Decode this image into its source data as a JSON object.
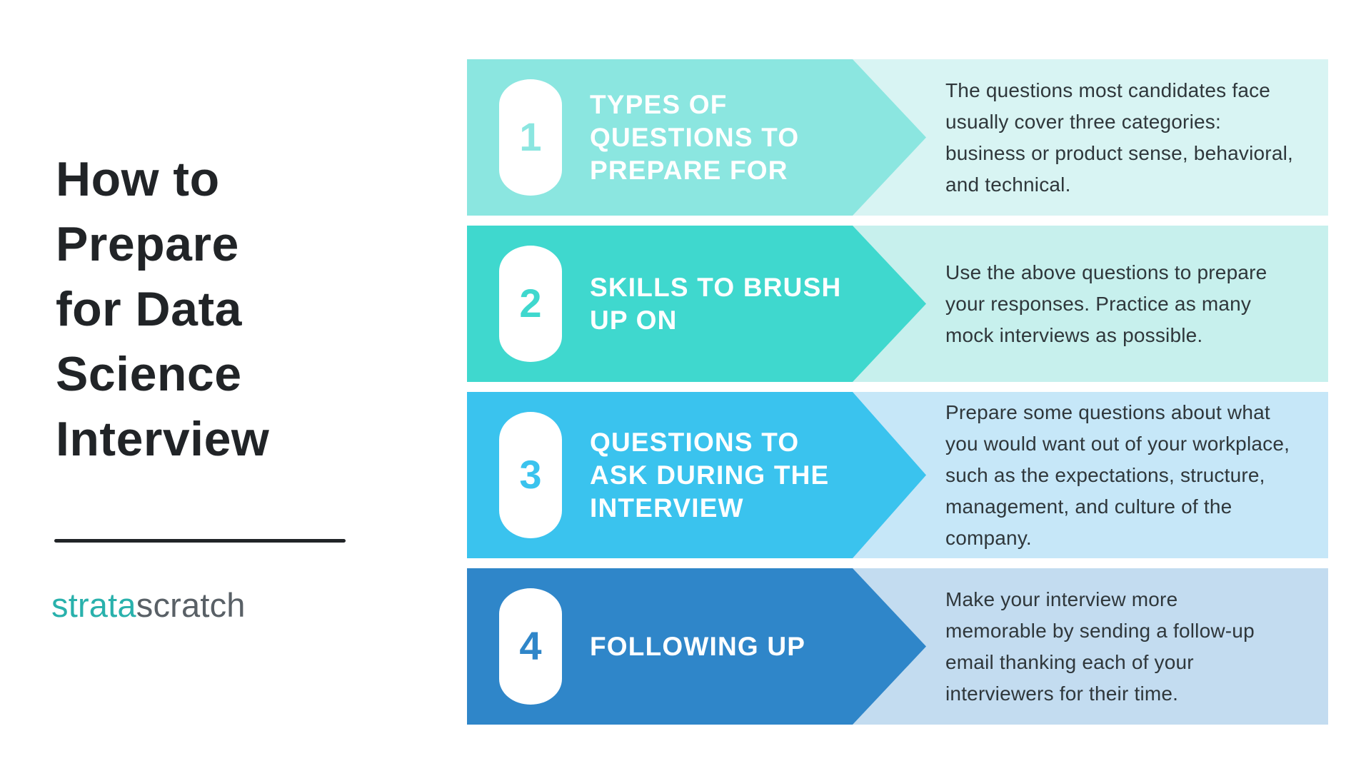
{
  "title": {
    "text": "How to\nPrepare\nfor Data\nScience\nInterview"
  },
  "logo": {
    "part1": "strata",
    "part2": "scratch",
    "part1_color": "#29b1ac",
    "part2_color": "#596066"
  },
  "colors": {
    "title_text": "#212427",
    "divider": "#212427",
    "description_text": "#2f373b",
    "heading_text": "#ffffff",
    "page_background": "#ffffff"
  },
  "steps": [
    {
      "number": "1",
      "heading": "TYPES OF\nQUESTIONS TO\nPREPARE FOR",
      "description": "The questions most candidates face\nusually cover three categories:\nbusiness or product sense, behavioral,\nand technical.",
      "banner_color": "#8be6e0",
      "bg_color": "#d8f4f3"
    },
    {
      "number": "2",
      "heading": "SKILLS TO BRUSH\nUP ON",
      "description": "Use the above questions to prepare\nyour responses. Practice as many\nmock interviews as possible.",
      "banner_color": "#3fd8ce",
      "bg_color": "#c7f0ed"
    },
    {
      "number": "3",
      "heading": "QUESTIONS TO\nASK DURING THE\nINTERVIEW",
      "description": "Prepare some questions about what\nyou would want out of your workplace,\nsuch as the expectations, structure,\nmanagement, and culture of the\ncompany.",
      "banner_color": "#3ac3ee",
      "bg_color": "#c6e7f8"
    },
    {
      "number": "4",
      "heading": "FOLLOWING UP",
      "description": "Make your interview more\nmemorable by sending a follow-up\nemail thanking each of your\ninterviewers for their time.",
      "banner_color": "#2f86c9",
      "bg_color": "#c3dcf0"
    }
  ]
}
